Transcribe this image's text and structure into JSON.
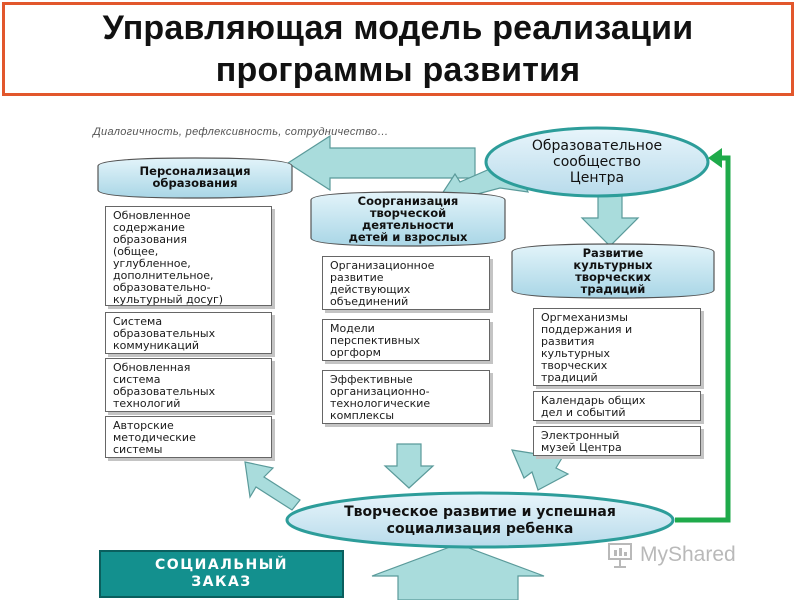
{
  "slide": {
    "title_line1": "Управляющая модель реализации",
    "title_line2": "программы развития"
  },
  "diagram": {
    "subtitle": "Диалогичность, рефлексивность, сотрудничество…",
    "center_oval": {
      "line1": "Образовательное",
      "line2": "сообщество",
      "line3": "Центра"
    },
    "bottom_oval": {
      "line1": "Творческое развитие и успешная",
      "line2": "социализация ребенка"
    },
    "columns": [
      {
        "header": [
          "Персонализация",
          "образования"
        ],
        "items": [
          [
            "Обновленное",
            "содержание",
            "образования",
            "(общее,",
            "углубленное,",
            "дополнительное,",
            "образовательно-",
            "культурный досуг)"
          ],
          [
            "Система",
            "образовательных",
            "коммуникаций"
          ],
          [
            "Обновленная",
            "система",
            "образовательных",
            "технологий"
          ],
          [
            "Авторские",
            "методические",
            "системы"
          ]
        ]
      },
      {
        "header": [
          "Соорганизация",
          "творческой",
          "деятельности",
          "детей и взрослых"
        ],
        "items": [
          [
            "Организационное",
            "развитие",
            "действующих",
            "объединений"
          ],
          [
            "Модели",
            "перспективных",
            "оргформ"
          ],
          [
            "Эффективные",
            "организационно-",
            "технологические",
            "комплексы"
          ]
        ]
      },
      {
        "header": [
          "Развитие",
          "культурных",
          "творческих",
          "традиций"
        ],
        "items": [
          [
            "Оргмеханизмы",
            "поддержания и",
            "развития",
            "культурных",
            "творческих",
            "традиций"
          ],
          [
            "Календарь общих",
            "дел и событий"
          ],
          [
            "Электронный",
            "музей Центра"
          ]
        ]
      }
    ],
    "social_order": {
      "line1": "СОЦИАЛЬНЫЙ",
      "line2": "ЗАКАЗ"
    }
  },
  "watermark": {
    "text": "MyShared",
    "icon": "presentation-board-icon"
  },
  "colors": {
    "title_border": "#e2572c",
    "arrow_fill": "#a9dcdc",
    "arrow_stroke": "#5a9a9a",
    "oval_fill": "#cfe8f4",
    "oval_stroke": "#2d9d9a",
    "cylinder_fill": "#bfe4f0",
    "feedback_arrow": "#1faa4a",
    "social_fill": "#13908e"
  }
}
